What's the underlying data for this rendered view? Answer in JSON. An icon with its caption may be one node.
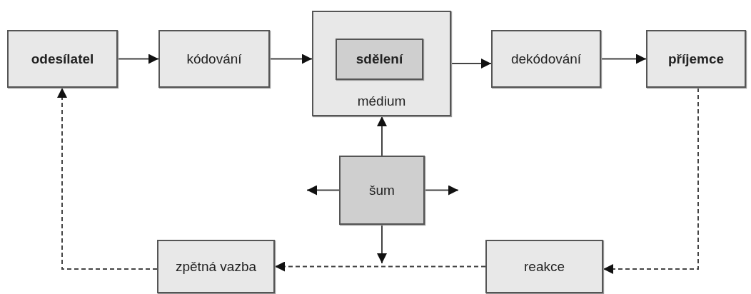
{
  "diagram": {
    "nodes": [
      {
        "text": [
          "odesílatel"
        ]
      },
      {
        "text": [
          "kódování"
        ]
      },
      {
        "text": [
          "médium"
        ]
      },
      {
        "text": [
          "sdělení"
        ],
        "in": 2
      },
      {
        "text": [
          "dekódování"
        ]
      },
      {
        "text": [
          "příjemce"
        ]
      },
      {
        "text": [
          "šum"
        ]
      },
      {
        "text": [
          "zpětná vazba"
        ]
      },
      {
        "text": [
          "reakce"
        ]
      }
    ],
    "edges": [
      {
        "from": 0,
        "to": 1,
        "arrow": "to"
      },
      {
        "from": 1,
        "to": 2,
        "arrow": "to"
      },
      {
        "from": 2,
        "to": 4,
        "arrow": "to"
      },
      {
        "from": 4,
        "to": 5,
        "arrow": "to"
      },
      {
        "from": 6,
        "to": 2,
        "arrow": "to"
      },
      {
        "from": 6,
        "to": null,
        "arrow": "to"
      },
      {
        "from": 6,
        "to": null,
        "arrow": "to"
      },
      {
        "from": 6,
        "to": null,
        "arrow": "to"
      },
      {
        "from": 5,
        "to": 8,
        "arrow": "to",
        "style": "dashed"
      },
      {
        "from": 8,
        "to": 7,
        "arrow": "to",
        "style": "dashed"
      },
      {
        "from": 7,
        "to": 0,
        "arrow": "to",
        "style": "dashed"
      }
    ]
  }
}
